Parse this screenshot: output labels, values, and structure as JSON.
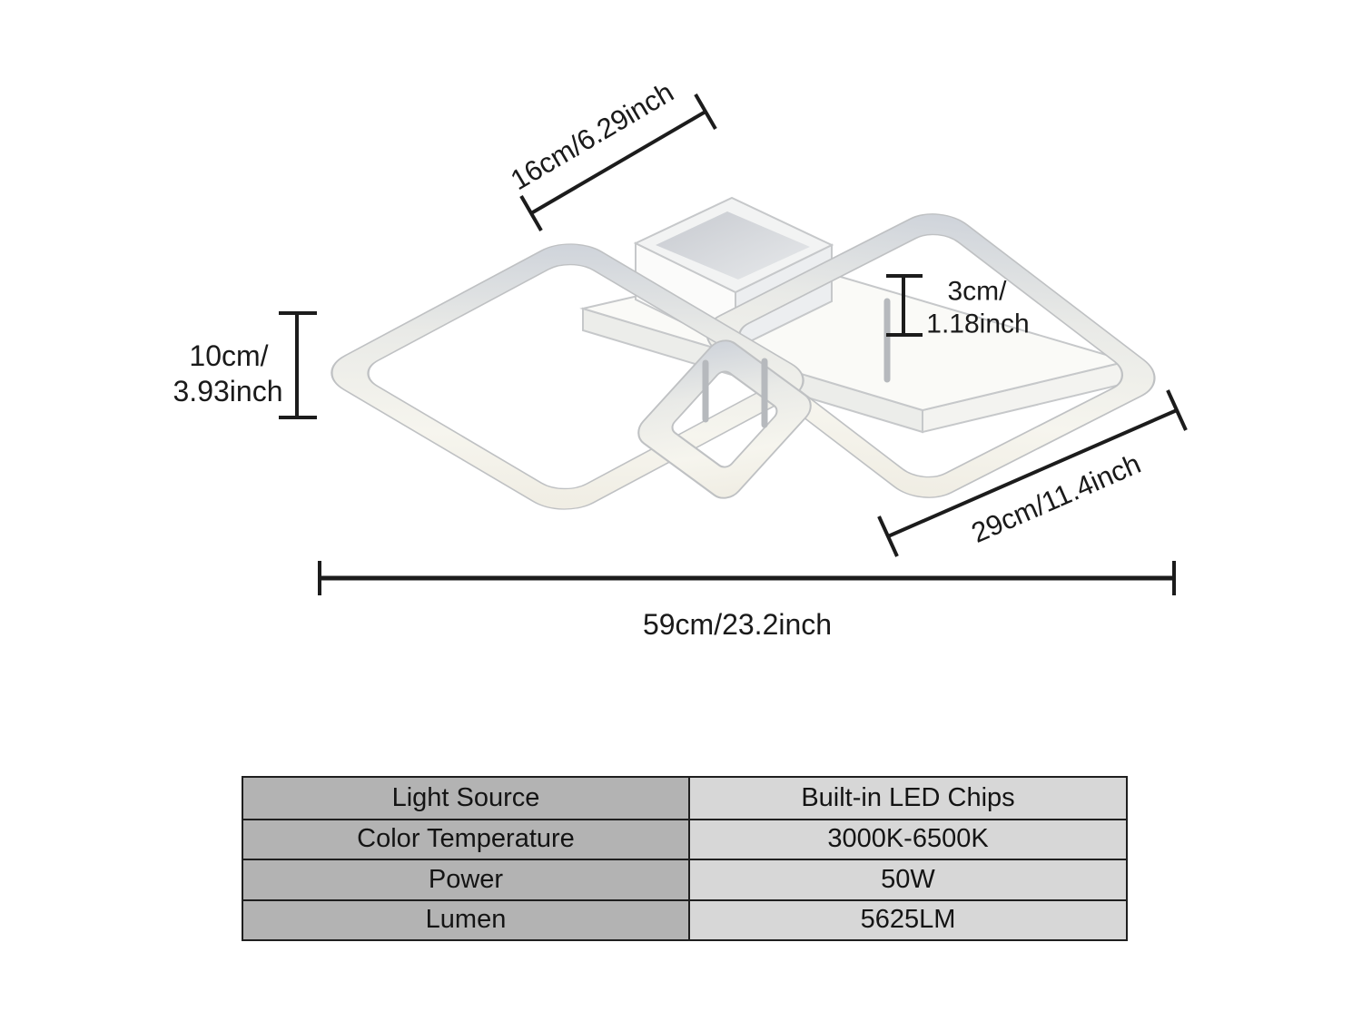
{
  "dimensions": {
    "canopy_length": "16cm/6.29inch",
    "fixture_height": {
      "line1": "10cm/",
      "line2": "3.93inch"
    },
    "canopy_height": {
      "line1": "3cm/",
      "line2": "1.18inch"
    },
    "large_square_side": "29cm/11.4inch",
    "overall_length": "59cm/23.2inch"
  },
  "spec_table": {
    "rows": [
      {
        "label": "Light Source",
        "value": "Built-in LED Chips"
      },
      {
        "label": "Color Temperature",
        "value": "3000K-6500K"
      },
      {
        "label": "Power",
        "value": "50W"
      },
      {
        "label": "Lumen",
        "value": "5625LM"
      }
    ]
  },
  "colors": {
    "dimension_line": "#1c1c1c",
    "table_border": "#1f1f1f",
    "table_label_bg": "#b3b3b3",
    "table_value_bg": "#d7d7d7",
    "ring_highlight": "#ccd1d9",
    "ring_face": "#f6f5ee",
    "edge_line": "#c2c4c6"
  }
}
